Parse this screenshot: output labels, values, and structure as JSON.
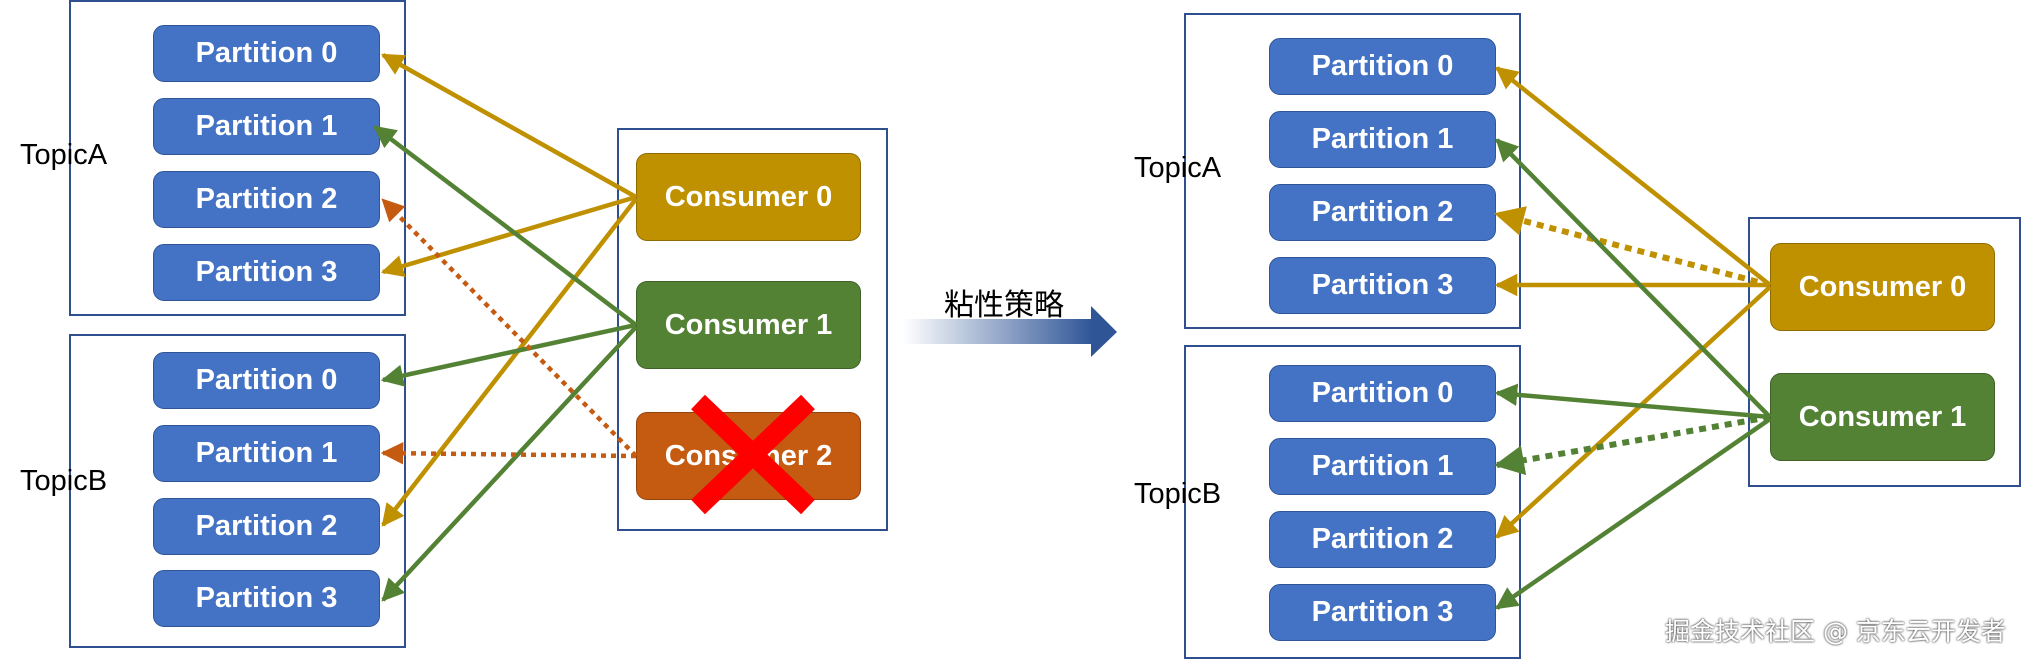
{
  "colors": {
    "partition": "#4472c4",
    "consumer0": "#bf9000",
    "consumer1": "#548235",
    "consumer2": "#c55a11",
    "frame": "#2f4f8f",
    "cross": "#ff0000",
    "arrow_blue": "#2f5597"
  },
  "left": {
    "topicA": {
      "label": "TopicA",
      "partitions": [
        "Partition 0",
        "Partition 1",
        "Partition 2",
        "Partition 3"
      ]
    },
    "topicB": {
      "label": "TopicB",
      "partitions": [
        "Partition 0",
        "Partition 1",
        "Partition 2",
        "Partition 3"
      ]
    },
    "consumers": [
      "Consumer 0",
      "Consumer 1",
      "Consumer 2"
    ]
  },
  "policy_label": "粘性策略",
  "right": {
    "topicA": {
      "label": "TopicA",
      "partitions": [
        "Partition 0",
        "Partition 1",
        "Partition 2",
        "Partition 3"
      ]
    },
    "topicB": {
      "label": "TopicB",
      "partitions": [
        "Partition 0",
        "Partition 1",
        "Partition 2",
        "Partition 3"
      ]
    },
    "consumers": [
      "Consumer 0",
      "Consumer 1"
    ]
  },
  "watermark": "掘金技术社区 @ 京东云开发者"
}
